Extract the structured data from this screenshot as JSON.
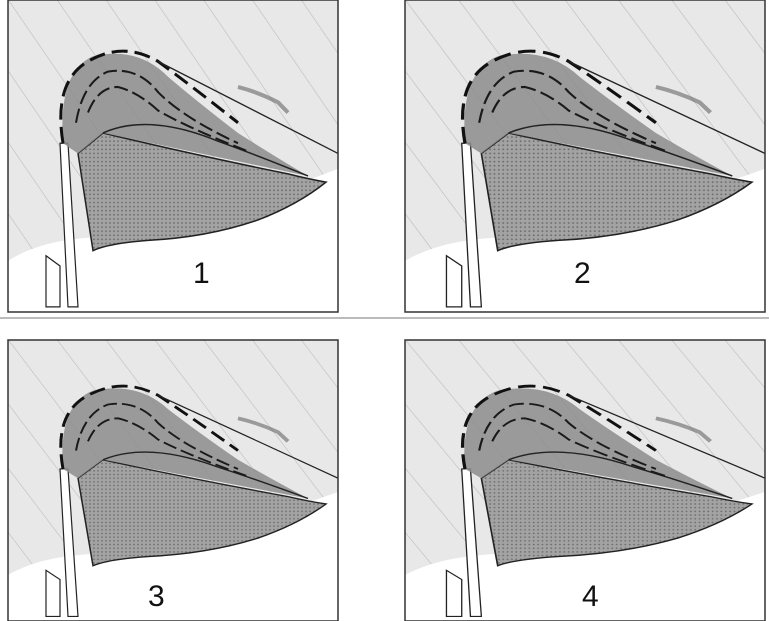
{
  "figure": {
    "panels": [
      {
        "label": "1"
      },
      {
        "label": "2"
      },
      {
        "label": "3"
      },
      {
        "label": "4"
      }
    ]
  },
  "colors": {
    "background": "#ffffff",
    "panel_field": "#e6e6e6",
    "hatch_lines": "#b8b8b8",
    "solid_region": "#9a9a9a",
    "shaded_band": "#808080",
    "outline": "#111111",
    "dash": "#1a1a1a"
  }
}
